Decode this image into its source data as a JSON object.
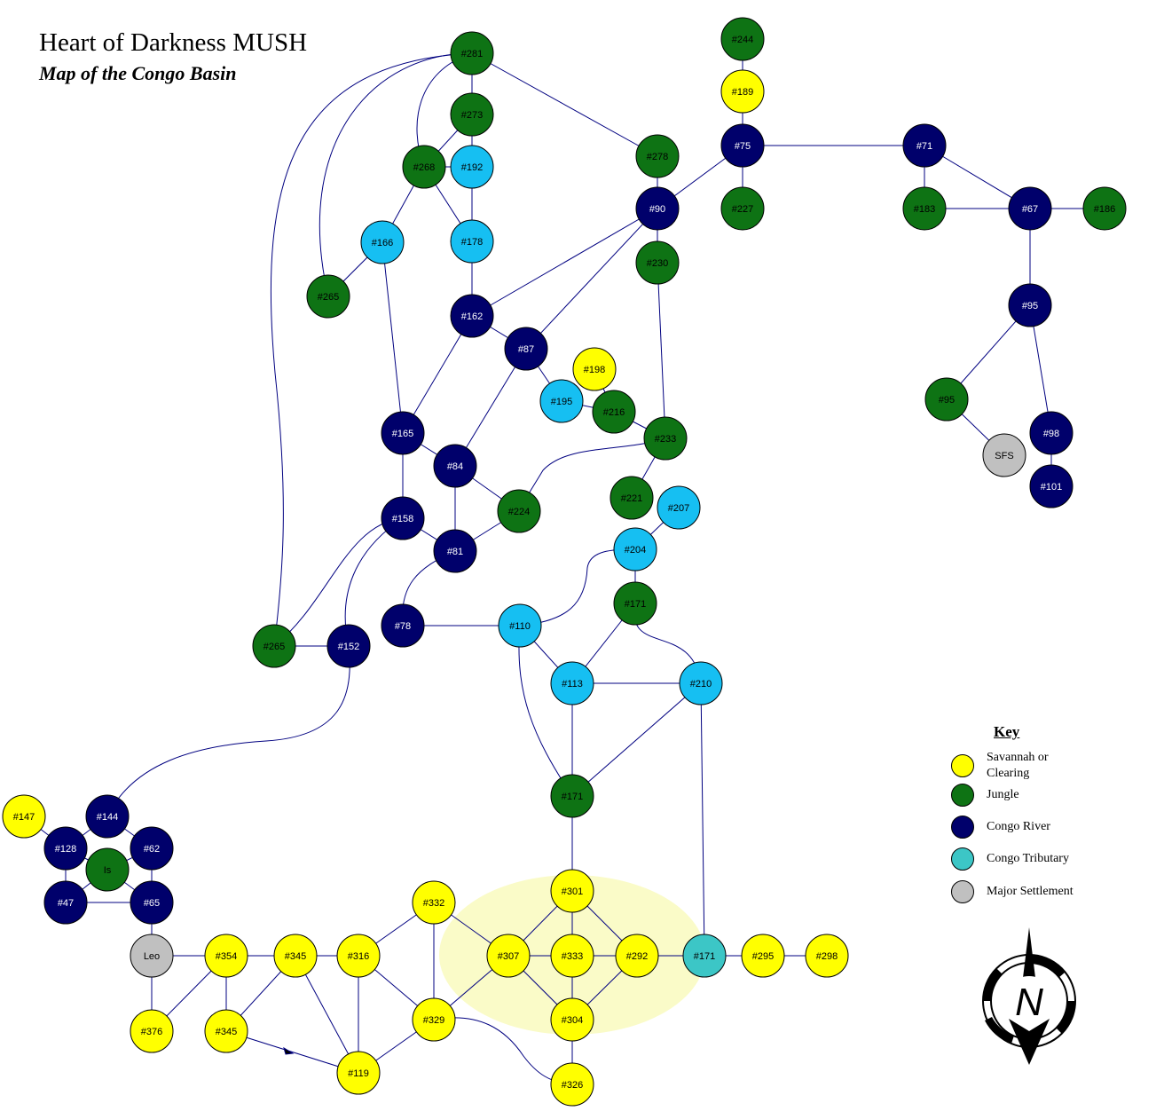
{
  "header": {
    "title": "Heart of Darkness MUSH",
    "subtitle": "Map of the Congo Basin"
  },
  "colors": {
    "savannah": "#ffff00",
    "jungle": "#0e7314",
    "river": "#00006b",
    "tributary": "#16bff2",
    "tributary_alt": "#3cc6c6",
    "settlement": "#c0c0c0",
    "edge": "#000080",
    "highlight": "#fafbc8"
  },
  "legend": {
    "title": "Key",
    "items": [
      {
        "label": "Savannah or Clearing",
        "type": "savannah"
      },
      {
        "label": "Jungle",
        "type": "jungle"
      },
      {
        "label": "Congo River",
        "type": "river"
      },
      {
        "label": "Congo Tributary",
        "type": "tributary_alt"
      },
      {
        "label": "Major Settlement",
        "type": "settlement"
      }
    ]
  },
  "compass": {
    "label": "N"
  },
  "nodes": [
    {
      "id": "n281",
      "label": "#281",
      "type": "jungle"
    },
    {
      "id": "n273",
      "label": "#273",
      "type": "jungle"
    },
    {
      "id": "n268",
      "label": "#268",
      "type": "jungle"
    },
    {
      "id": "n192",
      "label": "#192",
      "type": "tributary"
    },
    {
      "id": "n178",
      "label": "#178",
      "type": "tributary"
    },
    {
      "id": "n166",
      "label": "#166",
      "type": "tributary"
    },
    {
      "id": "n265a",
      "label": "#265",
      "type": "jungle"
    },
    {
      "id": "n162",
      "label": "#162",
      "type": "river"
    },
    {
      "id": "n87",
      "label": "#87",
      "type": "river"
    },
    {
      "id": "n198",
      "label": "#198",
      "type": "savannah"
    },
    {
      "id": "n195",
      "label": "#195",
      "type": "tributary"
    },
    {
      "id": "n216",
      "label": "#216",
      "type": "jungle"
    },
    {
      "id": "n165",
      "label": "#165",
      "type": "river"
    },
    {
      "id": "n84",
      "label": "#84",
      "type": "river"
    },
    {
      "id": "n224",
      "label": "#224",
      "type": "jungle"
    },
    {
      "id": "n158",
      "label": "#158",
      "type": "river"
    },
    {
      "id": "n81",
      "label": "#81",
      "type": "river"
    },
    {
      "id": "n78",
      "label": "#78",
      "type": "river"
    },
    {
      "id": "n152",
      "label": "#152",
      "type": "river"
    },
    {
      "id": "n265b",
      "label": "#265",
      "type": "jungle"
    },
    {
      "id": "n244",
      "label": "#244",
      "type": "jungle"
    },
    {
      "id": "n189",
      "label": "#189",
      "type": "savannah"
    },
    {
      "id": "n75",
      "label": "#75",
      "type": "river"
    },
    {
      "id": "n227",
      "label": "#227",
      "type": "jungle"
    },
    {
      "id": "n278",
      "label": "#278",
      "type": "jungle"
    },
    {
      "id": "n90",
      "label": "#90",
      "type": "river"
    },
    {
      "id": "n230",
      "label": "#230",
      "type": "jungle"
    },
    {
      "id": "n233",
      "label": "#233",
      "type": "jungle"
    },
    {
      "id": "n221",
      "label": "#221",
      "type": "jungle"
    },
    {
      "id": "n207",
      "label": "#207",
      "type": "tributary"
    },
    {
      "id": "n204",
      "label": "#204",
      "type": "tributary"
    },
    {
      "id": "n171a",
      "label": "#171",
      "type": "jungle"
    },
    {
      "id": "n110",
      "label": "#110",
      "type": "tributary"
    },
    {
      "id": "n113",
      "label": "#113",
      "type": "tributary"
    },
    {
      "id": "n210",
      "label": "#210",
      "type": "tributary"
    },
    {
      "id": "n171b",
      "label": "#171",
      "type": "jungle"
    },
    {
      "id": "n71",
      "label": "#71",
      "type": "river"
    },
    {
      "id": "n183",
      "label": "#183",
      "type": "jungle"
    },
    {
      "id": "n67",
      "label": "#67",
      "type": "river"
    },
    {
      "id": "n186",
      "label": "#186",
      "type": "jungle"
    },
    {
      "id": "n95a",
      "label": "#95",
      "type": "river"
    },
    {
      "id": "n95b",
      "label": "#95",
      "type": "jungle"
    },
    {
      "id": "nSFS",
      "label": "SFS",
      "type": "settlement"
    },
    {
      "id": "n98",
      "label": "#98",
      "type": "river"
    },
    {
      "id": "n101",
      "label": "#101",
      "type": "river"
    },
    {
      "id": "n147",
      "label": "#147",
      "type": "savannah"
    },
    {
      "id": "n144",
      "label": "#144",
      "type": "river"
    },
    {
      "id": "n128",
      "label": "#128",
      "type": "river"
    },
    {
      "id": "n62",
      "label": "#62",
      "type": "river"
    },
    {
      "id": "nIs",
      "label": "Is",
      "type": "jungle"
    },
    {
      "id": "n47",
      "label": "#47",
      "type": "river"
    },
    {
      "id": "n65",
      "label": "#65",
      "type": "river"
    },
    {
      "id": "nLeo",
      "label": "Leo",
      "type": "settlement"
    },
    {
      "id": "n354",
      "label": "#354",
      "type": "savannah"
    },
    {
      "id": "n345a",
      "label": "#345",
      "type": "savannah"
    },
    {
      "id": "n316",
      "label": "#316",
      "type": "savannah"
    },
    {
      "id": "n332",
      "label": "#332",
      "type": "savannah"
    },
    {
      "id": "n376",
      "label": "#376",
      "type": "savannah"
    },
    {
      "id": "n345b",
      "label": "#345",
      "type": "savannah"
    },
    {
      "id": "n119",
      "label": "#119",
      "type": "savannah"
    },
    {
      "id": "n329",
      "label": "#329",
      "type": "savannah"
    },
    {
      "id": "n307",
      "label": "#307",
      "type": "savannah"
    },
    {
      "id": "n301",
      "label": "#301",
      "type": "savannah"
    },
    {
      "id": "n333",
      "label": "#333",
      "type": "savannah"
    },
    {
      "id": "n292",
      "label": "#292",
      "type": "savannah"
    },
    {
      "id": "n304",
      "label": "#304",
      "type": "savannah"
    },
    {
      "id": "n326",
      "label": "#326",
      "type": "savannah"
    },
    {
      "id": "n171c",
      "label": "#171",
      "type": "tributary_alt"
    },
    {
      "id": "n295",
      "label": "#295",
      "type": "savannah"
    },
    {
      "id": "n298",
      "label": "#298",
      "type": "savannah"
    }
  ]
}
